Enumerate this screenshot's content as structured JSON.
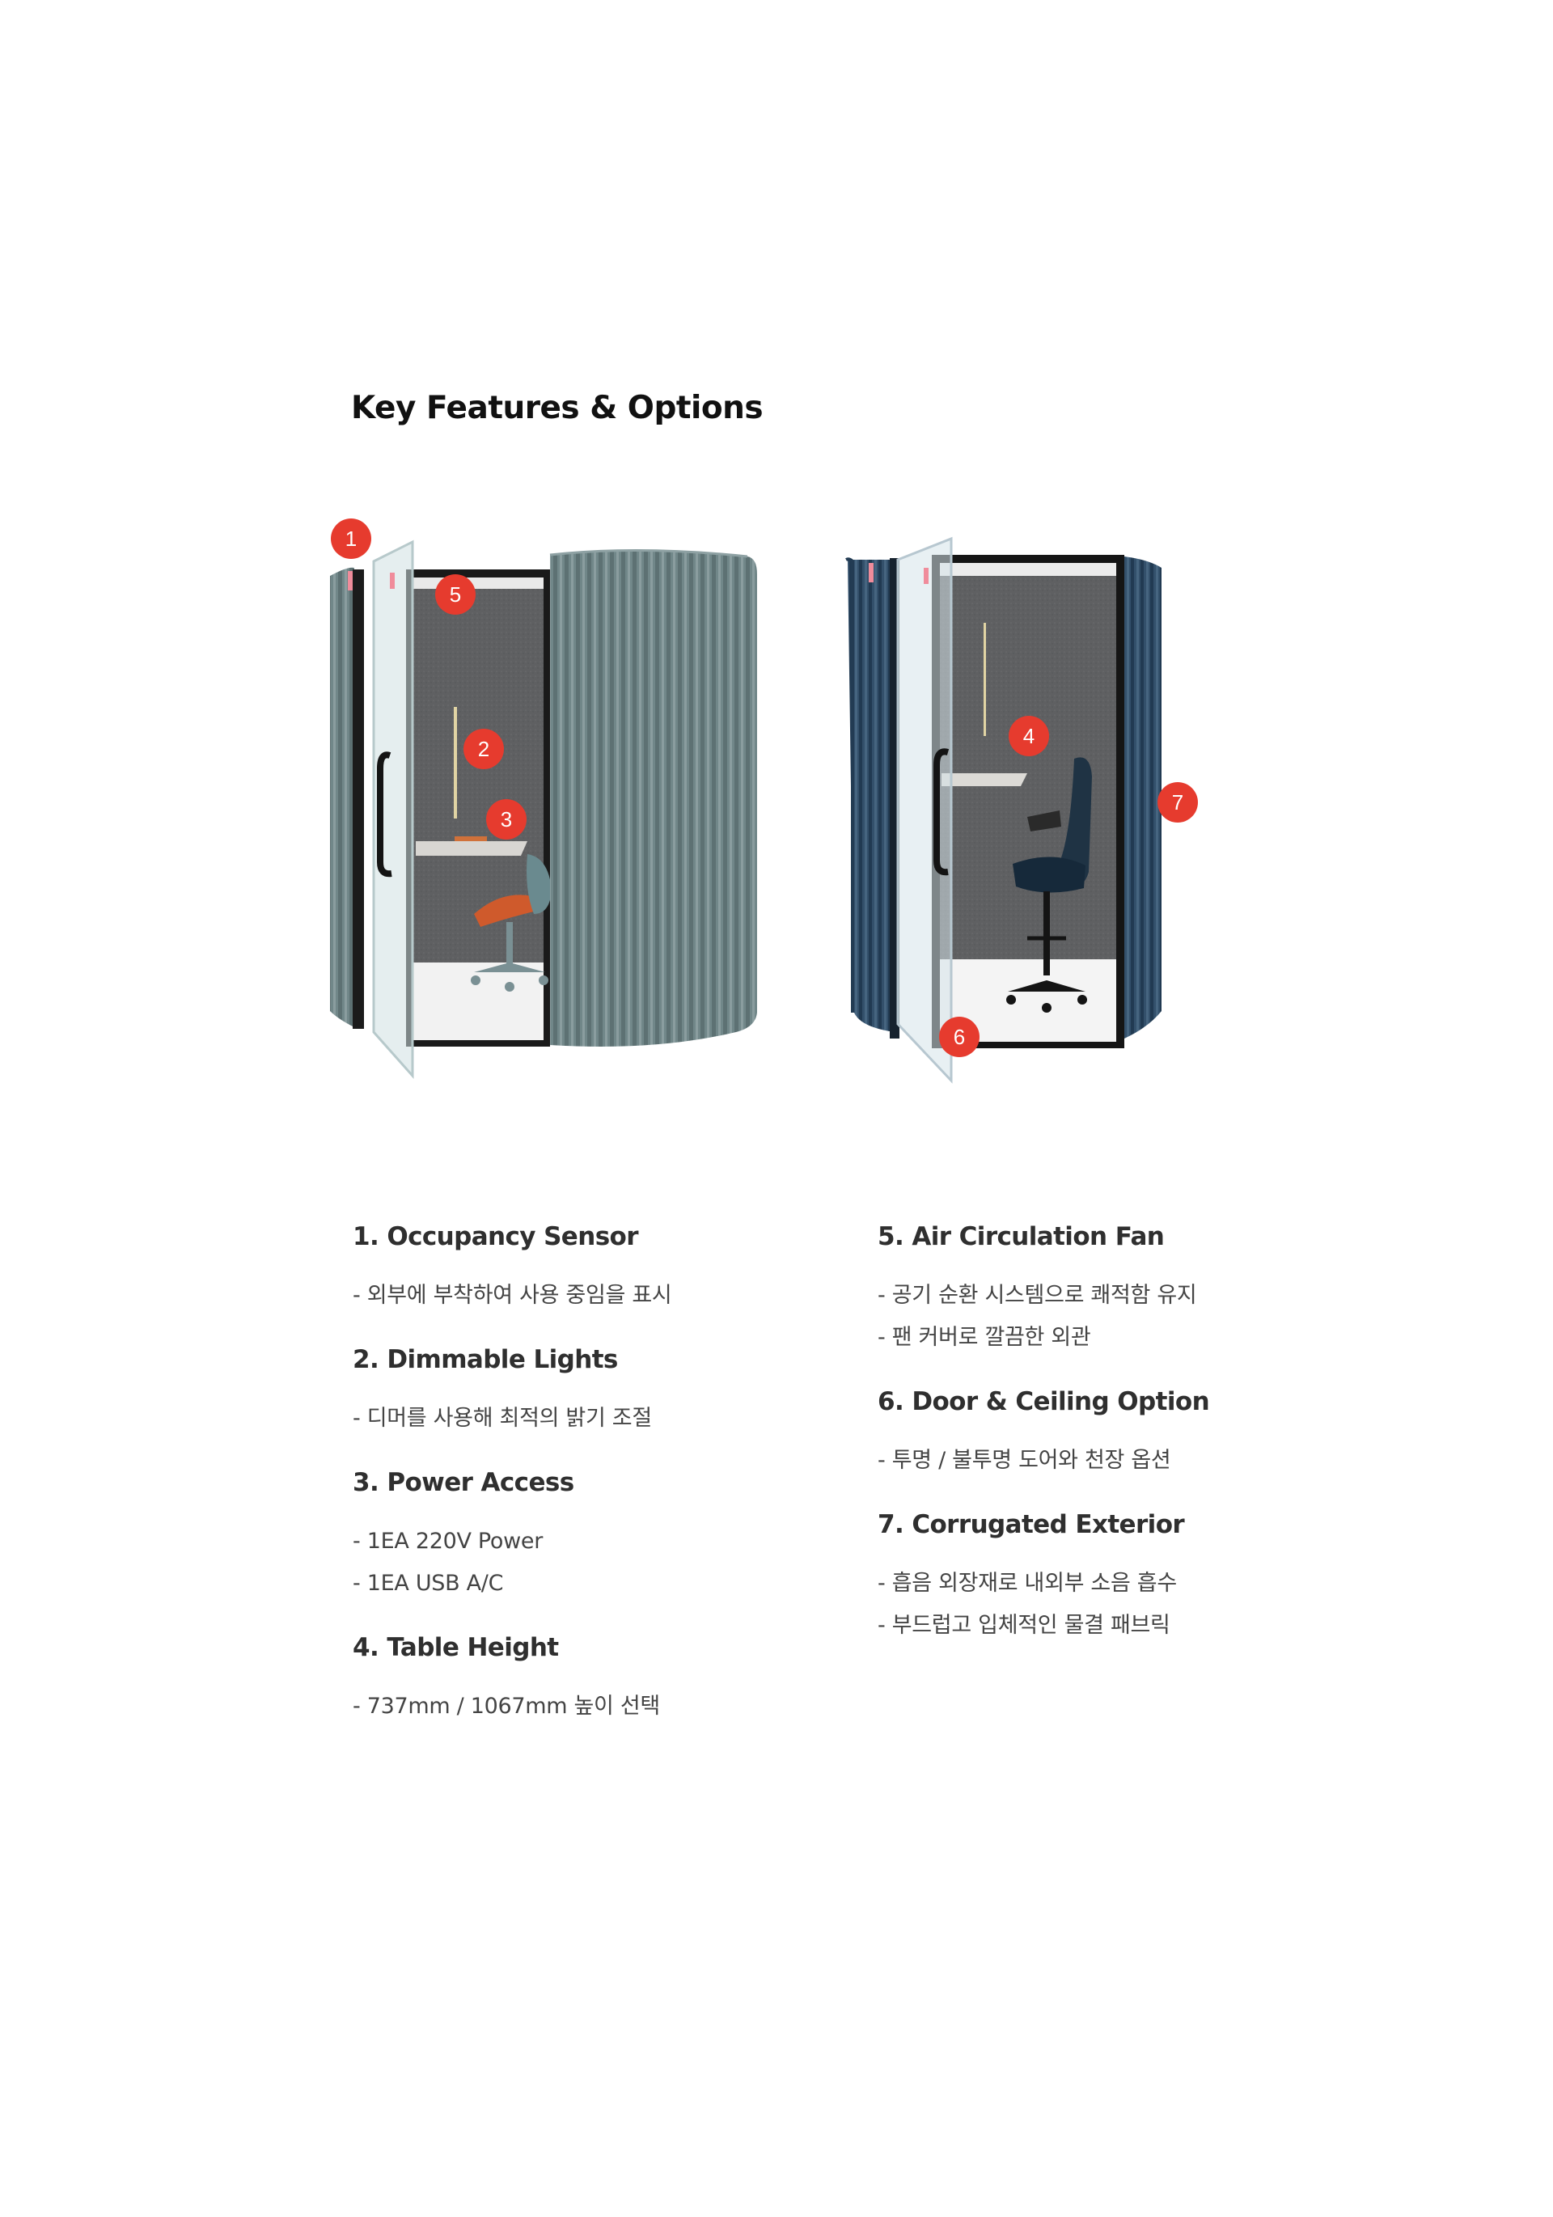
{
  "page": {
    "title": "Key Features & Options"
  },
  "markers": [
    "1",
    "2",
    "3",
    "4",
    "5",
    "6",
    "7"
  ],
  "features_left": [
    {
      "title": "1. Occupancy Sensor",
      "lines": [
        "- 외부에 부착하여 사용 중임을 표시"
      ]
    },
    {
      "title": "2. Dimmable Lights",
      "lines": [
        "- 디머를 사용해 최적의 밝기 조절"
      ]
    },
    {
      "title": "3. Power Access",
      "lines": [
        "- 1EA 220V Power",
        "- 1EA USB A/C"
      ]
    },
    {
      "title": "4. Table Height",
      "lines": [
        "- 737mm / 1067mm 높이 선택"
      ]
    }
  ],
  "features_right": [
    {
      "title": "5. Air Circulation Fan",
      "lines": [
        "- 공기 순환 시스템으로 쾌적함 유지",
        "- 팬 커버로 깔끔한 외관"
      ]
    },
    {
      "title": "6. Door & Ceiling Option",
      "lines": [
        "- 투명 / 불투명 도어와 천장 옵션"
      ]
    },
    {
      "title": "7. Corrugated Exterior",
      "lines": [
        "- 흡음 외장재로 내외부 소음 흡수",
        "- 부드럽고 입체적인 물결 패브릭"
      ]
    }
  ],
  "colors": {
    "marker": "#e63b2e",
    "booth_left": "#6f8486",
    "booth_right": "#2d4660",
    "interior": "#5e5f61"
  }
}
